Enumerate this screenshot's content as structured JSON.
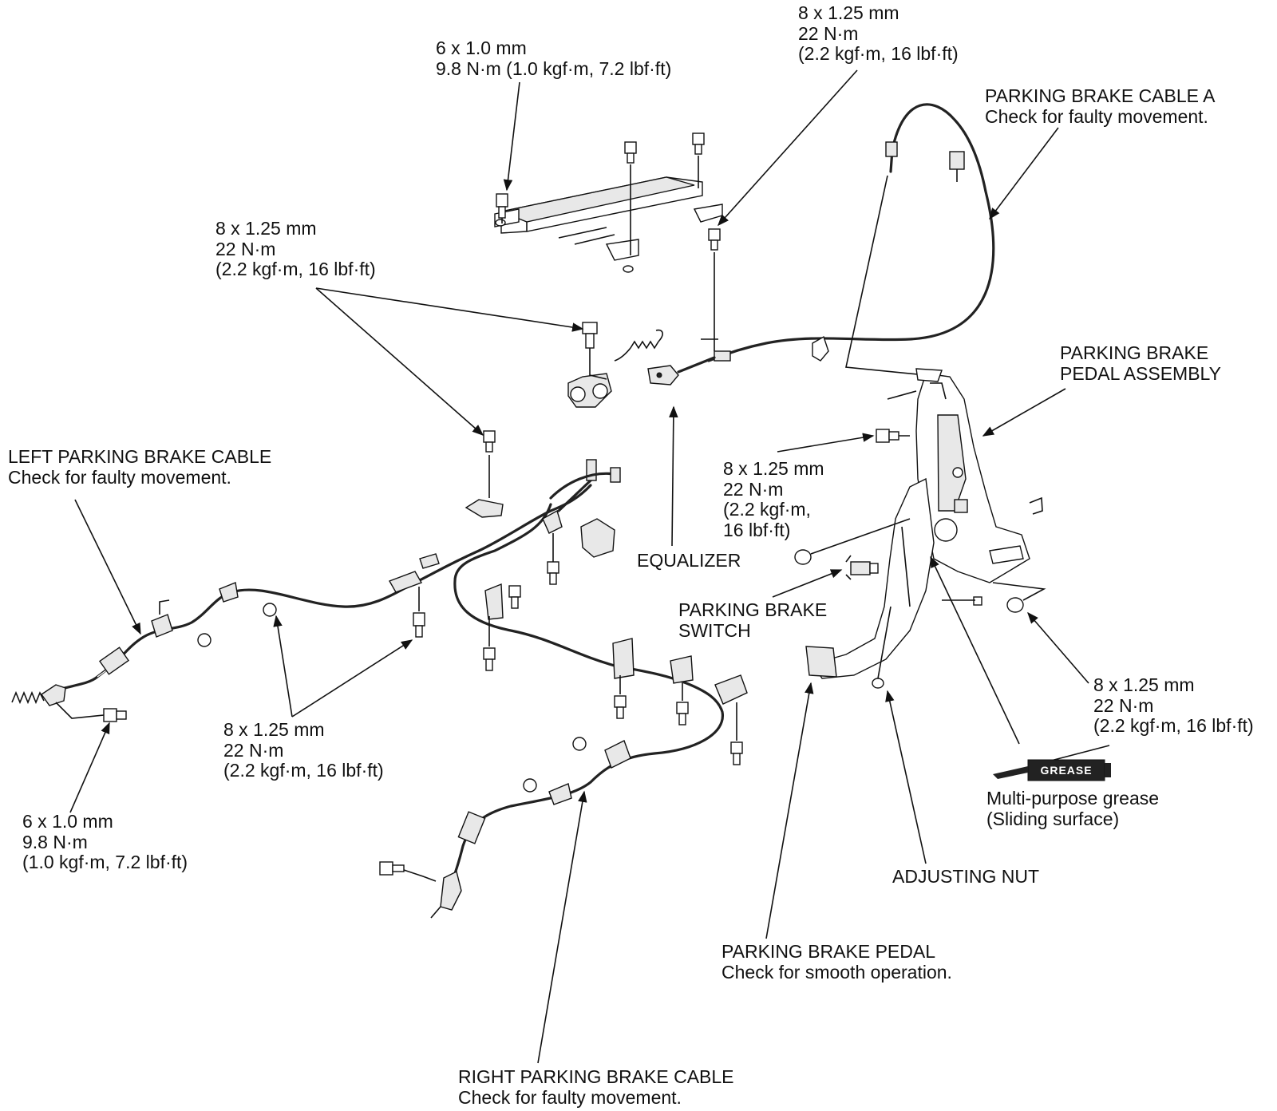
{
  "labels": {
    "cover_bolt_top": [
      "6 x 1.0 mm",
      "9.8 N·m (1.0 kgf·m, 7.2 lbf·ft)"
    ],
    "cable_a_bolt_top": [
      "8 x 1.25 mm",
      "22 N·m",
      "(2.2 kgf·m, 16 lbf·ft)"
    ],
    "cable_a": [
      "PARKING BRAKE CABLE A",
      "Check for faulty movement."
    ],
    "bracket_bolts": [
      "8 x 1.25 mm",
      "22 N·m",
      "(2.2 kgf·m, 16 lbf·ft)"
    ],
    "pedal_assembly": [
      "PARKING BRAKE",
      "PEDAL ASSEMBLY"
    ],
    "left_cable": [
      "LEFT PARKING BRAKE CABLE",
      "Check for faulty movement."
    ],
    "pedal_bolt_upper": [
      "8 x 1.25 mm",
      "22 N·m",
      "(2.2 kgf·m,",
      "16 lbf·ft)"
    ],
    "equalizer": [
      "EQUALIZER"
    ],
    "switch": [
      "PARKING BRAKE",
      "SWITCH"
    ],
    "pedal_bolt_lower": [
      "8 x 1.25 mm",
      "22 N·m",
      "(2.2 kgf·m, 16 lbf·ft)"
    ],
    "mid_bolts": [
      "8 x 1.25 mm",
      "22 N·m",
      "(2.2 kgf·m, 16 lbf·ft)"
    ],
    "left_end_bolt": [
      "6 x 1.0 mm",
      "9.8 N·m",
      "(1.0 kgf·m, 7.2 lbf·ft)"
    ],
    "grease": [
      "Multi-purpose grease",
      "(Sliding surface)"
    ],
    "grease_tube_text": "GREASE",
    "adjusting_nut": [
      "ADJUSTING NUT"
    ],
    "pedal": [
      "PARKING BRAKE PEDAL",
      "Check for smooth operation."
    ],
    "right_cable": [
      "RIGHT PARKING BRAKE CABLE",
      "Check for faulty movement."
    ]
  }
}
